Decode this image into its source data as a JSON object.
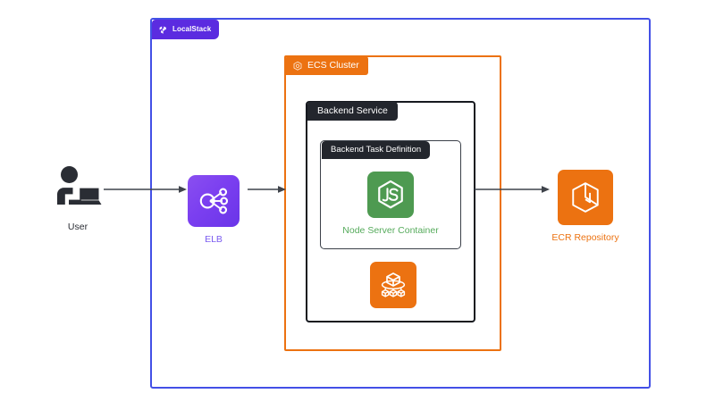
{
  "diagram": {
    "title": "LocalStack ECS architecture",
    "background": "#ffffff",
    "colors": {
      "localstack_purple": "#5b2be0",
      "localstack_border": "#4350e6",
      "aws_orange": "#ec7211",
      "dark_label": "#23262d",
      "node_green": "#4e9a51",
      "node_label_green": "#56ab5c",
      "elb_purple": "#7b5cf0",
      "arrow_gray": "#3f434b",
      "user_dark": "#2a2d34"
    }
  },
  "groups": [
    {
      "name": "localstack",
      "label": "LocalStack",
      "icon": "localstack-logo-icon",
      "border_color": "#4350e6",
      "label_bg": "#5b2be0"
    },
    {
      "name": "ecs-cluster",
      "label": "ECS Cluster",
      "icon": "ecs-cluster-icon",
      "border_color": "#ec7211",
      "label_bg": "#ec7211"
    },
    {
      "name": "backend-service",
      "label": "Backend Service",
      "icon": "",
      "border_color": "#16191f",
      "label_bg": "#23262d"
    },
    {
      "name": "backend-task-definition",
      "label": "Backend Task Definition",
      "icon": "",
      "border_color": "#3b4049",
      "label_bg": "#23262d"
    }
  ],
  "nodes": [
    {
      "name": "user",
      "label": "User",
      "icon": "user-at-laptop-icon",
      "label_color": "#2a2d34"
    },
    {
      "name": "elb",
      "label": "ELB",
      "icon": "elastic-load-balancer-icon",
      "label_color": "#7b5cf0"
    },
    {
      "name": "node-container",
      "label": "Node Server Container",
      "icon": "nodejs-icon",
      "label_color": "#56ab5c"
    },
    {
      "name": "ecs-task",
      "label": "",
      "icon": "ecs-task-icon",
      "label_color": "#ec7211"
    },
    {
      "name": "ecr-repository",
      "label": "ECR Repository",
      "icon": "ecr-repository-icon",
      "label_color": "#ec7211"
    }
  ],
  "connectors": [
    {
      "name": "user-to-elb",
      "from": "user",
      "to": "elb",
      "style": "arrow"
    },
    {
      "name": "elb-to-ecs-cluster",
      "from": "elb",
      "to": "ecs-cluster",
      "style": "arrow"
    },
    {
      "name": "service-to-ecr",
      "from": "backend-service",
      "to": "ecr-repository",
      "style": "arrow"
    }
  ]
}
